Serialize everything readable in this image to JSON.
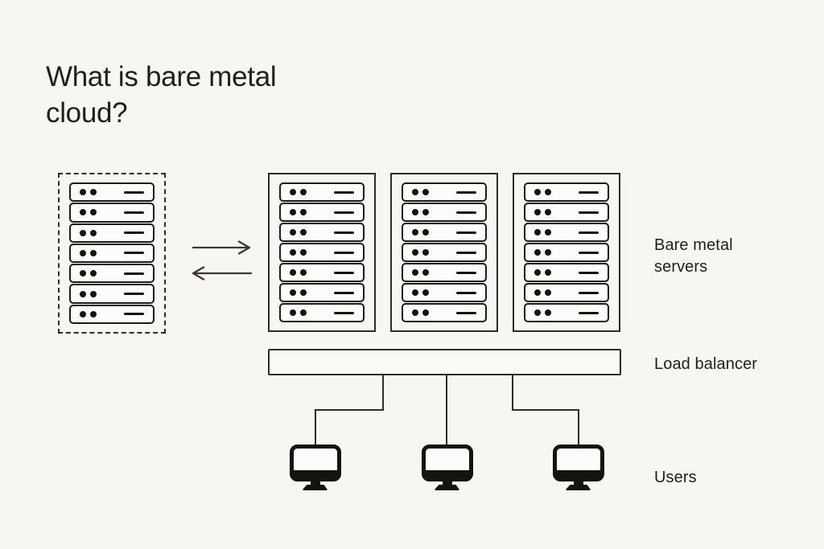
{
  "title": "What is bare metal cloud?",
  "labels": {
    "bare_metal_servers": "Bare metal servers",
    "load_balancer": "Load balancer",
    "users": "Users"
  },
  "diagram": {
    "incoming_rack_units": 7,
    "rack_count": 3,
    "units_per_rack": 7,
    "user_count": 3
  },
  "icons": {
    "arrow_right": "right-arrow-icon",
    "arrow_left": "left-arrow-icon",
    "server_unit": "server-unit-icon",
    "monitor": "desktop-monitor-icon"
  },
  "colors": {
    "background": "#f8f6f3",
    "ink": "#151310",
    "line": "#2e2b28",
    "unit_fill": "#fdfcfa"
  }
}
